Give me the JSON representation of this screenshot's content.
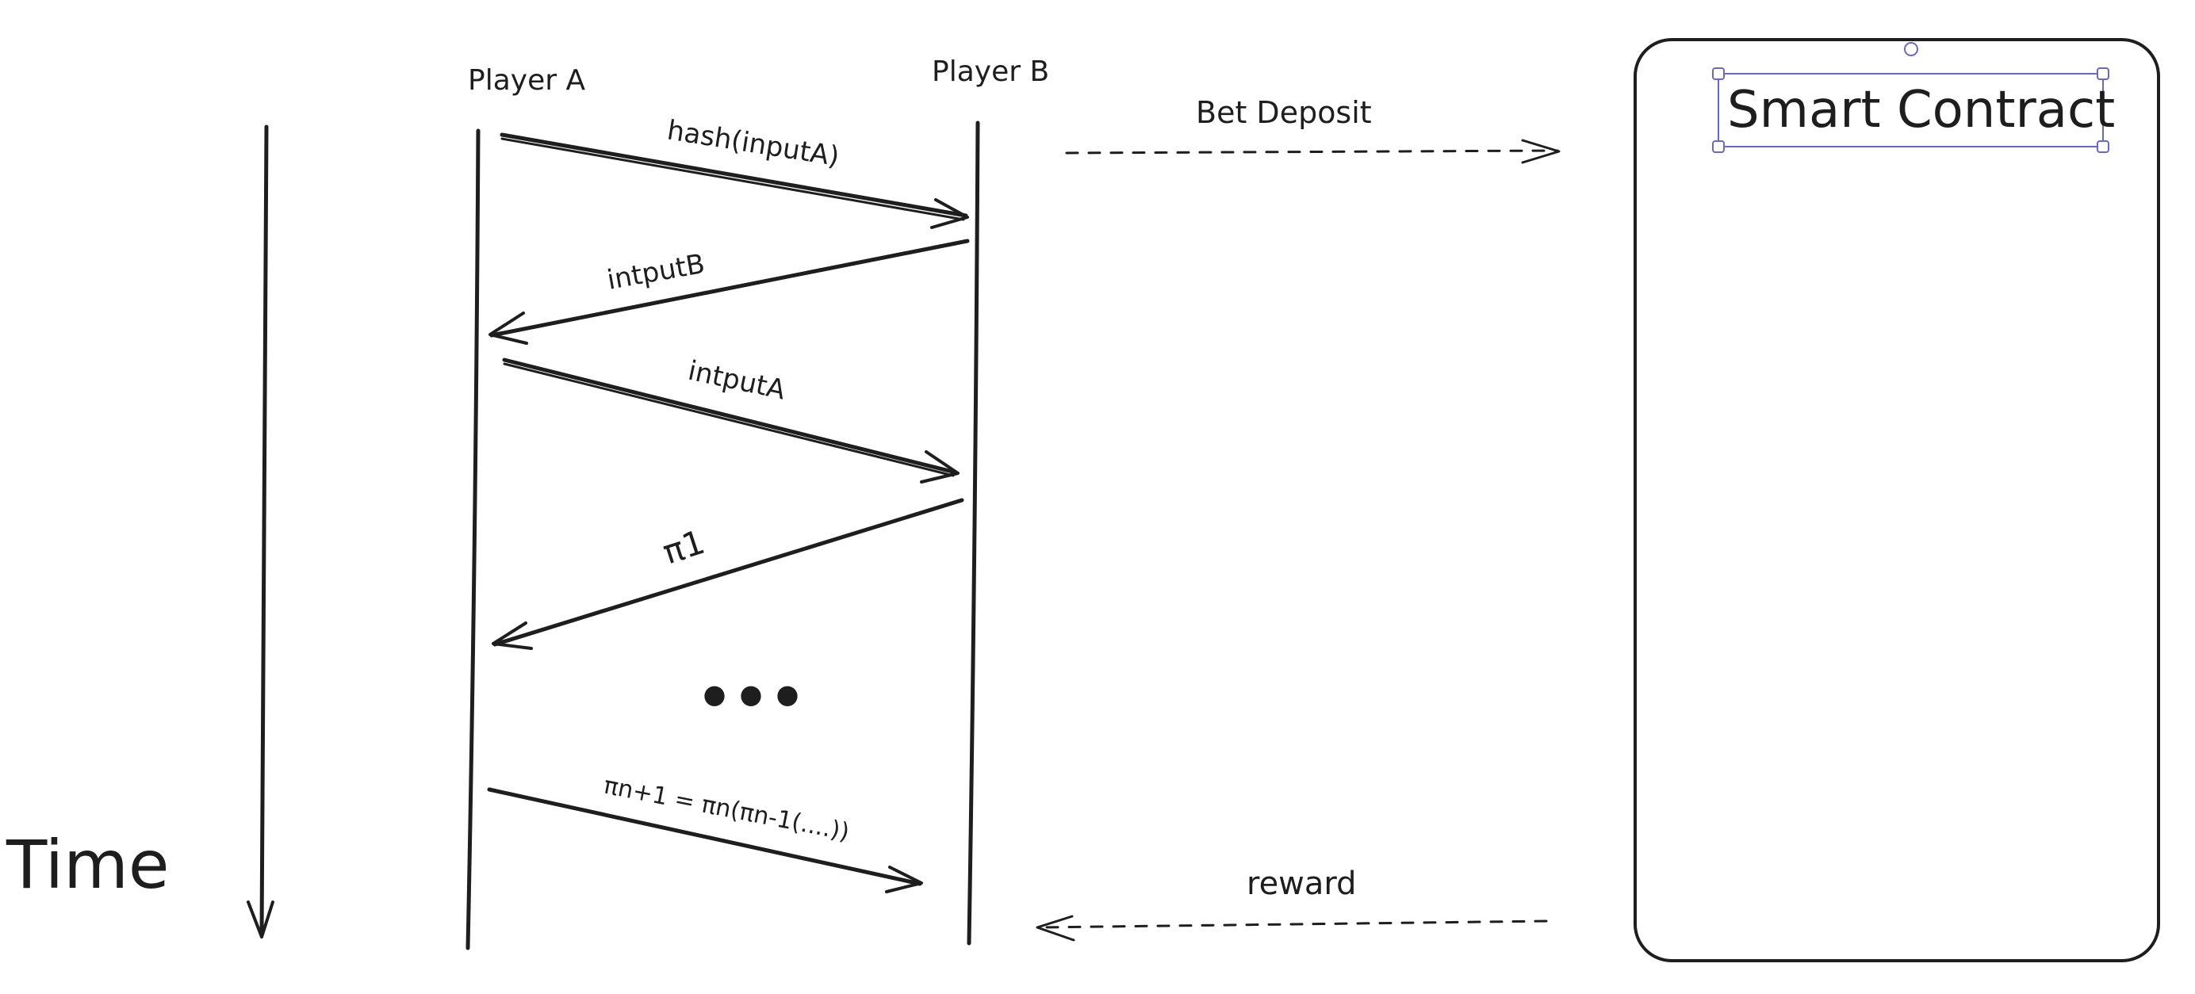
{
  "diagram": {
    "time_label": "Time",
    "player_a": "Player A",
    "player_b": "Player B",
    "messages": [
      {
        "label": "hash(inputA)"
      },
      {
        "label": "intputB"
      },
      {
        "label": "intputA"
      },
      {
        "label": "π1"
      },
      {
        "label": "•••"
      },
      {
        "label": "πn+1 = πn(πn-1(....))"
      }
    ],
    "bet_deposit": "Bet Deposit",
    "reward": "reward",
    "contract_title": "Smart Contract"
  },
  "colors": {
    "stroke": "#1e1e1e",
    "selection": "#6965db",
    "background": "#ffffff"
  }
}
